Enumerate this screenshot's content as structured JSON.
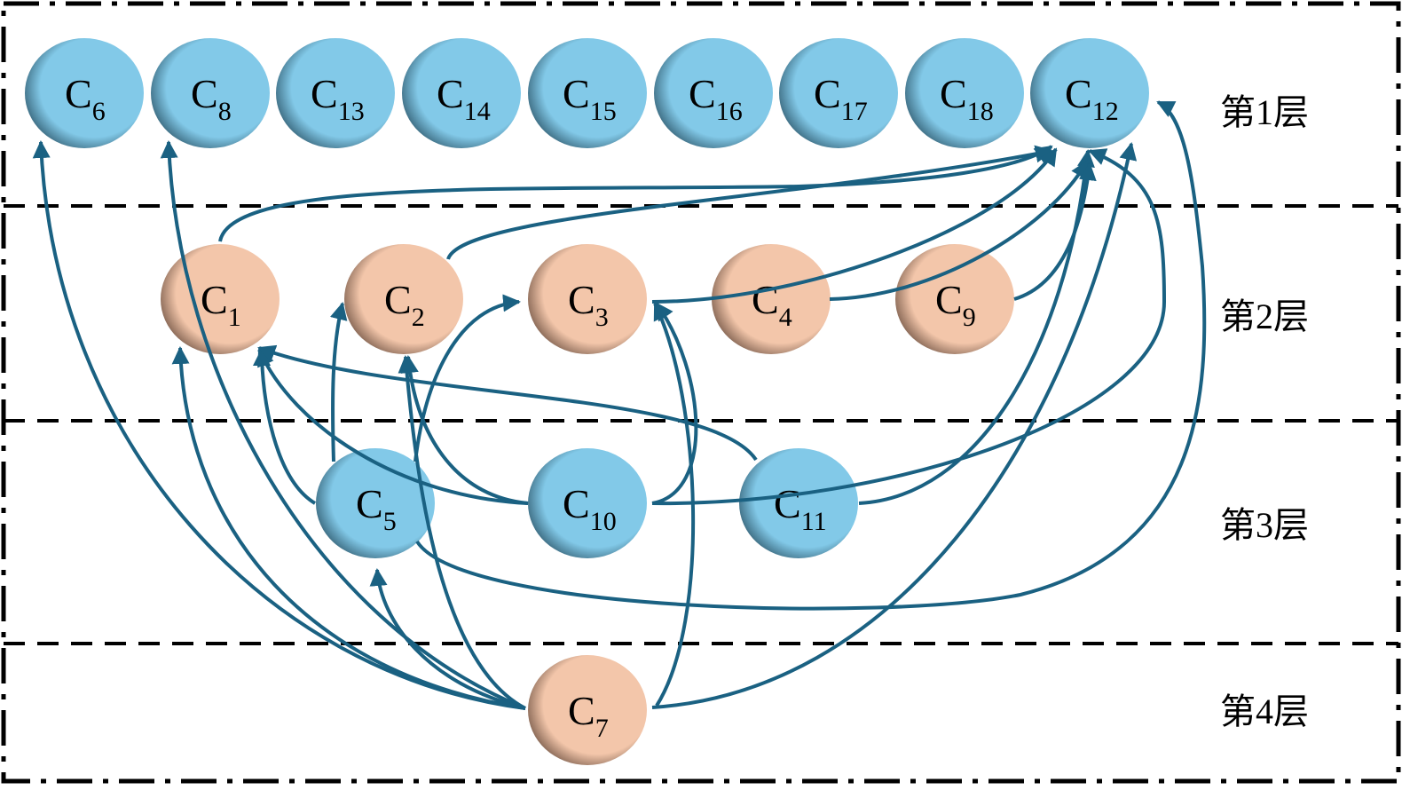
{
  "layers": [
    {
      "label": "第1层"
    },
    {
      "label": "第2层"
    },
    {
      "label": "第3层"
    },
    {
      "label": "第4层"
    }
  ],
  "nodes": [
    {
      "id": "C6",
      "sub": "6",
      "layer": 1,
      "type": "blue"
    },
    {
      "id": "C8",
      "sub": "8",
      "layer": 1,
      "type": "blue"
    },
    {
      "id": "C13",
      "sub": "13",
      "layer": 1,
      "type": "blue"
    },
    {
      "id": "C14",
      "sub": "14",
      "layer": 1,
      "type": "blue"
    },
    {
      "id": "C15",
      "sub": "15",
      "layer": 1,
      "type": "blue"
    },
    {
      "id": "C16",
      "sub": "16",
      "layer": 1,
      "type": "blue"
    },
    {
      "id": "C17",
      "sub": "17",
      "layer": 1,
      "type": "blue"
    },
    {
      "id": "C18",
      "sub": "18",
      "layer": 1,
      "type": "blue"
    },
    {
      "id": "C12",
      "sub": "12",
      "layer": 1,
      "type": "blue"
    },
    {
      "id": "C1",
      "sub": "1",
      "layer": 2,
      "type": "orange"
    },
    {
      "id": "C2",
      "sub": "2",
      "layer": 2,
      "type": "orange"
    },
    {
      "id": "C3",
      "sub": "3",
      "layer": 2,
      "type": "orange"
    },
    {
      "id": "C4",
      "sub": "4",
      "layer": 2,
      "type": "orange"
    },
    {
      "id": "C9",
      "sub": "9",
      "layer": 2,
      "type": "orange"
    },
    {
      "id": "C5",
      "sub": "5",
      "layer": 3,
      "type": "blue"
    },
    {
      "id": "C10",
      "sub": "10",
      "layer": 3,
      "type": "blue"
    },
    {
      "id": "C11",
      "sub": "11",
      "layer": 3,
      "type": "blue"
    },
    {
      "id": "C7",
      "sub": "7",
      "layer": 4,
      "type": "orange"
    }
  ],
  "edges": [
    {
      "from": "C7",
      "to": "C6"
    },
    {
      "from": "C7",
      "to": "C8"
    },
    {
      "from": "C7",
      "to": "C1"
    },
    {
      "from": "C7",
      "to": "C5"
    },
    {
      "from": "C7",
      "to": "C2"
    },
    {
      "from": "C7",
      "to": "C3"
    },
    {
      "from": "C7",
      "to": "C12"
    },
    {
      "from": "C5",
      "to": "C2"
    },
    {
      "from": "C5",
      "to": "C3"
    },
    {
      "from": "C5",
      "to": "C1"
    },
    {
      "from": "C5",
      "to": "C12"
    },
    {
      "from": "C10",
      "to": "C1"
    },
    {
      "from": "C10",
      "to": "C2"
    },
    {
      "from": "C10",
      "to": "C3"
    },
    {
      "from": "C10",
      "to": "C12"
    },
    {
      "from": "C11",
      "to": "C1"
    },
    {
      "from": "C11",
      "to": "C12"
    },
    {
      "from": "C1",
      "to": "C12"
    },
    {
      "from": "C2",
      "to": "C12"
    },
    {
      "from": "C3",
      "to": "C12"
    },
    {
      "from": "C4",
      "to": "C12"
    },
    {
      "from": "C9",
      "to": "C12"
    }
  ],
  "colors": {
    "blue": "#82c9e8",
    "orange": "#f3c6aa",
    "edge": "#1a6182"
  }
}
